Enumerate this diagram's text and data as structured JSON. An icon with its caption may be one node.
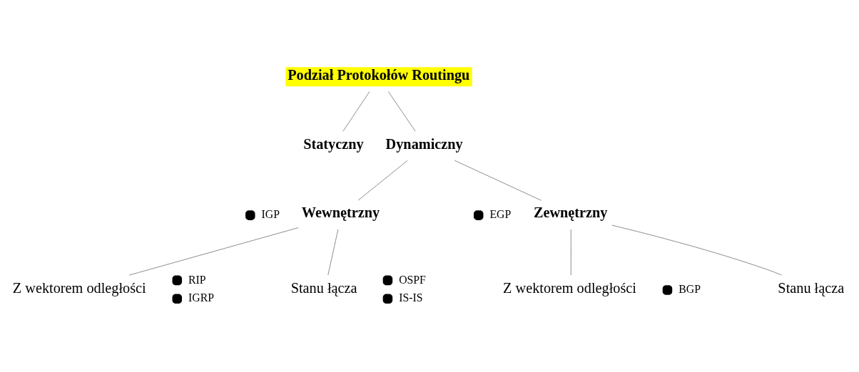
{
  "diagram": {
    "nodes": [
      {
        "text": [
          "Podział Protokołów Routingu"
        ]
      },
      {
        "text": [
          "Statyczny"
        ]
      },
      {
        "text": [
          "Dynamiczny"
        ]
      },
      {
        "text": [
          "Wewnętrzny"
        ],
        "beside": [
          "IGP"
        ]
      },
      {
        "text": [
          "Zewnętrzny"
        ],
        "beside": [
          "EGP"
        ]
      },
      {
        "text": [
          "Z wektorem odległości"
        ],
        "beside": [
          "RIP",
          "IGRP"
        ]
      },
      {
        "text": [
          "Stanu łącza"
        ],
        "beside": [
          "OSPF",
          "IS-IS"
        ]
      },
      {
        "text": [
          "Z wektorem odległości"
        ],
        "beside": [
          "BGP"
        ]
      },
      {
        "text": [
          "Stanu łącza"
        ]
      }
    ],
    "edges": [
      {
        "from": 0,
        "to": 1,
        "arrow": "none"
      },
      {
        "from": 0,
        "to": 2,
        "arrow": "none"
      },
      {
        "from": 2,
        "to": 3,
        "arrow": "none"
      },
      {
        "from": 2,
        "to": 4,
        "arrow": "none"
      },
      {
        "from": 3,
        "to": 5,
        "arrow": "none"
      },
      {
        "from": 3,
        "to": 6,
        "arrow": "none"
      },
      {
        "from": 4,
        "to": 7,
        "arrow": "none"
      },
      {
        "from": 4,
        "to": 8,
        "arrow": "none"
      }
    ]
  }
}
